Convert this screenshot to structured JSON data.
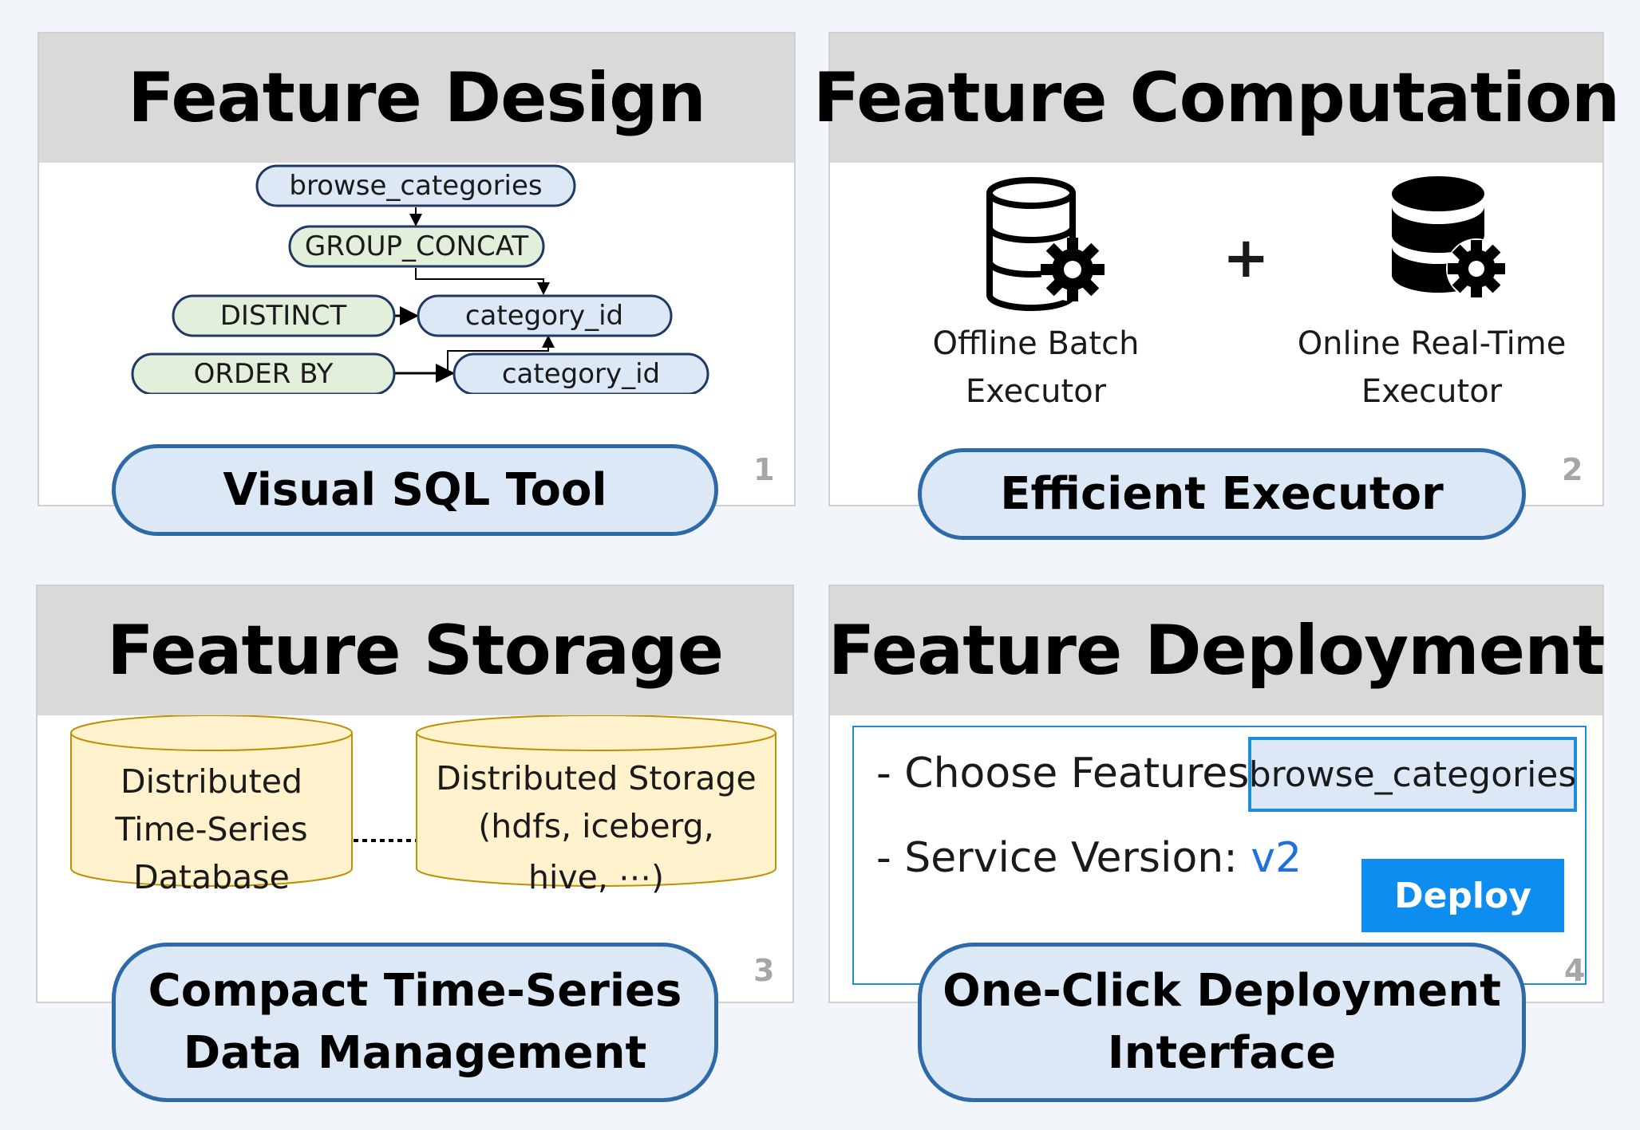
{
  "panels": [
    {
      "number": "1",
      "title": "Feature Design",
      "label": "Visual SQL Tool"
    },
    {
      "number": "2",
      "title": "Feature Computation",
      "label": "Efficient Executor"
    },
    {
      "number": "3",
      "title": "Feature Storage",
      "label_line1": "Compact Time-Series",
      "label_line2": "Data Management"
    },
    {
      "number": "4",
      "title": "Feature Deployment",
      "label_line1": "One-Click Deployment",
      "label_line2": "Interface"
    }
  ],
  "sql_tool": {
    "nodes": [
      {
        "text": "browse_categories",
        "kind": "field"
      },
      {
        "text": "GROUP_CONCAT",
        "kind": "function"
      },
      {
        "text": "DISTINCT",
        "kind": "function"
      },
      {
        "text": "category_id",
        "kind": "field"
      },
      {
        "text": "ORDER BY",
        "kind": "function"
      },
      {
        "text": "category_id",
        "kind": "field"
      }
    ]
  },
  "executors": {
    "offline_line1": "Offline Batch",
    "offline_line2": "Executor",
    "online_line1": "Online Real-Time",
    "online_line2": "Executor",
    "plus": "+"
  },
  "storage": {
    "db_line1": "Distributed",
    "db_line2": "Time-Series",
    "db_line3": "Database",
    "store_line1": "Distributed Storage",
    "store_line2": "(hdfs, iceberg,",
    "store_line3": "hive, ⋯)"
  },
  "deployment": {
    "choose_label": "- Choose Features:",
    "choose_value": "browse_categories",
    "version_label": "- Service Version:",
    "version_value": "v2",
    "deploy_button": "Deploy"
  },
  "colors": {
    "field_fill": "#dce8f6",
    "function_fill": "#e2efda",
    "node_stroke": "#1f3864",
    "pill_border": "#2e6aa8",
    "cylinder_fill": "#fff2cc",
    "cylinder_stroke": "#bf9000",
    "deploy_accent": "#0d8df0"
  },
  "icons": {
    "offline": "database-gear-outline-icon",
    "online": "database-gear-solid-icon"
  }
}
